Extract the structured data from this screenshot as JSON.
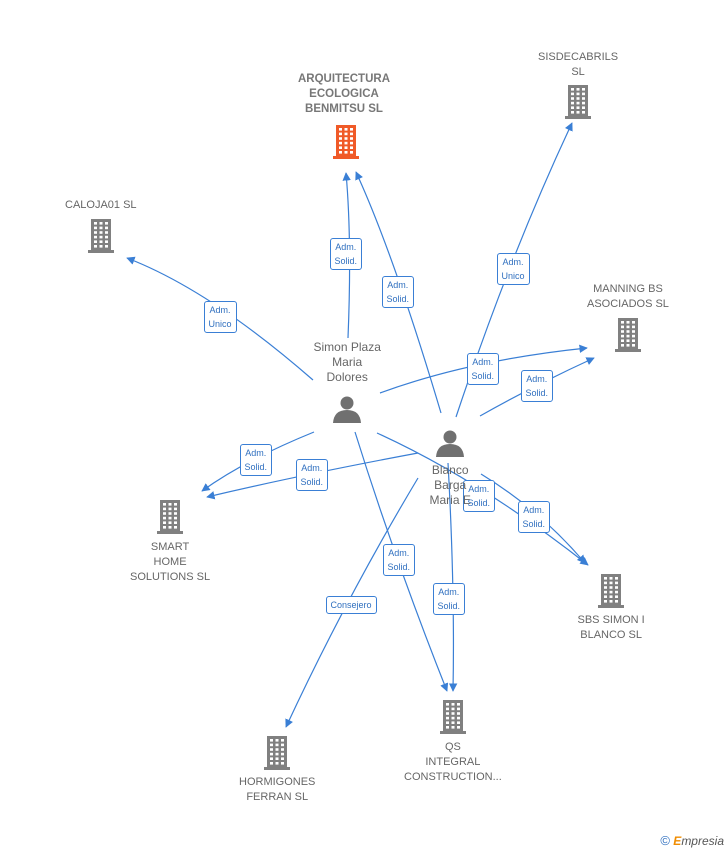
{
  "colors": {
    "edge": "#3a7fd5",
    "building": "#808080",
    "building_main": "#f05a28",
    "person": "#707070"
  },
  "companies": [
    {
      "id": "arquitectura",
      "name": "ARQUITECTURA ECOLOGICA BENMITSU SL",
      "lines": [
        "ARQUITECTURA",
        "ECOLOGICA",
        "BENMITSU  SL"
      ],
      "icon": "building-icon",
      "highlight": true
    },
    {
      "id": "sisdecabrils",
      "name": "SISDECABRILS SL",
      "lines": [
        "SISDECABRILS",
        "SL"
      ],
      "icon": "building-icon",
      "highlight": false
    },
    {
      "id": "caloja01",
      "name": "CALOJA01 SL",
      "lines": [
        "CALOJA01  SL"
      ],
      "icon": "building-icon",
      "highlight": false
    },
    {
      "id": "manning",
      "name": "MANNING BS ASOCIADOS SL",
      "lines": [
        "MANNING BS",
        "ASOCIADOS  SL"
      ],
      "icon": "building-icon",
      "highlight": false
    },
    {
      "id": "smarthome",
      "name": "SMART HOME SOLUTIONS SL",
      "lines": [
        "SMART",
        "HOME",
        "SOLUTIONS  SL"
      ],
      "icon": "building-icon",
      "highlight": false
    },
    {
      "id": "sbs",
      "name": "SBS SIMON I BLANCO SL",
      "lines": [
        "SBS SIMON I",
        "BLANCO SL"
      ],
      "icon": "building-icon",
      "highlight": false
    },
    {
      "id": "qs",
      "name": "QS INTEGRAL CONSTRUCTION...",
      "lines": [
        "QS",
        "INTEGRAL",
        "CONSTRUCTION..."
      ],
      "icon": "building-icon",
      "highlight": false
    },
    {
      "id": "hormigones",
      "name": "HORMIGONES FERRAN SL",
      "lines": [
        "HORMIGONES",
        "FERRAN  SL"
      ],
      "icon": "building-icon",
      "highlight": false
    }
  ],
  "people": [
    {
      "id": "simon",
      "lines": [
        "Simon Plaza",
        "Maria",
        "Dolores"
      ],
      "icon": "person-icon"
    },
    {
      "id": "blanco",
      "lines": [
        "Blanco",
        "Barga",
        "Maria E"
      ],
      "icon": "person-icon"
    }
  ],
  "edges": [
    {
      "from": "simon",
      "to": "arquitectura",
      "lines": [
        "Adm.",
        "Solid."
      ]
    },
    {
      "from": "blanco",
      "to": "arquitectura",
      "lines": [
        "Adm.",
        "Solid."
      ]
    },
    {
      "from": "blanco",
      "to": "sisdecabrils",
      "lines": [
        "Adm.",
        "Unico"
      ]
    },
    {
      "from": "simon",
      "to": "caloja01",
      "lines": [
        "Adm.",
        "Unico"
      ]
    },
    {
      "from": "simon",
      "to": "manning",
      "lines": [
        "Adm.",
        "Solid."
      ]
    },
    {
      "from": "blanco",
      "to": "manning",
      "lines": [
        "Adm.",
        "Solid."
      ]
    },
    {
      "from": "simon",
      "to": "smarthome",
      "lines": [
        "Adm.",
        "Solid."
      ]
    },
    {
      "from": "blanco",
      "to": "smarthome",
      "lines": [
        "Adm.",
        "Solid."
      ]
    },
    {
      "from": "simon",
      "to": "sbs",
      "lines": [
        "Adm.",
        "Solid."
      ]
    },
    {
      "from": "blanco",
      "to": "sbs",
      "lines": [
        "Adm.",
        "Solid."
      ]
    },
    {
      "from": "simon",
      "to": "qs",
      "lines": [
        "Adm.",
        "Solid."
      ]
    },
    {
      "from": "blanco",
      "to": "qs",
      "lines": [
        "Adm.",
        "Solid."
      ]
    },
    {
      "from": "blanco",
      "to": "hormigones",
      "lines": [
        "Consejero"
      ]
    }
  ],
  "footer": {
    "copyright": "©",
    "brand_initial": "E",
    "brand_rest": "mpresia"
  }
}
